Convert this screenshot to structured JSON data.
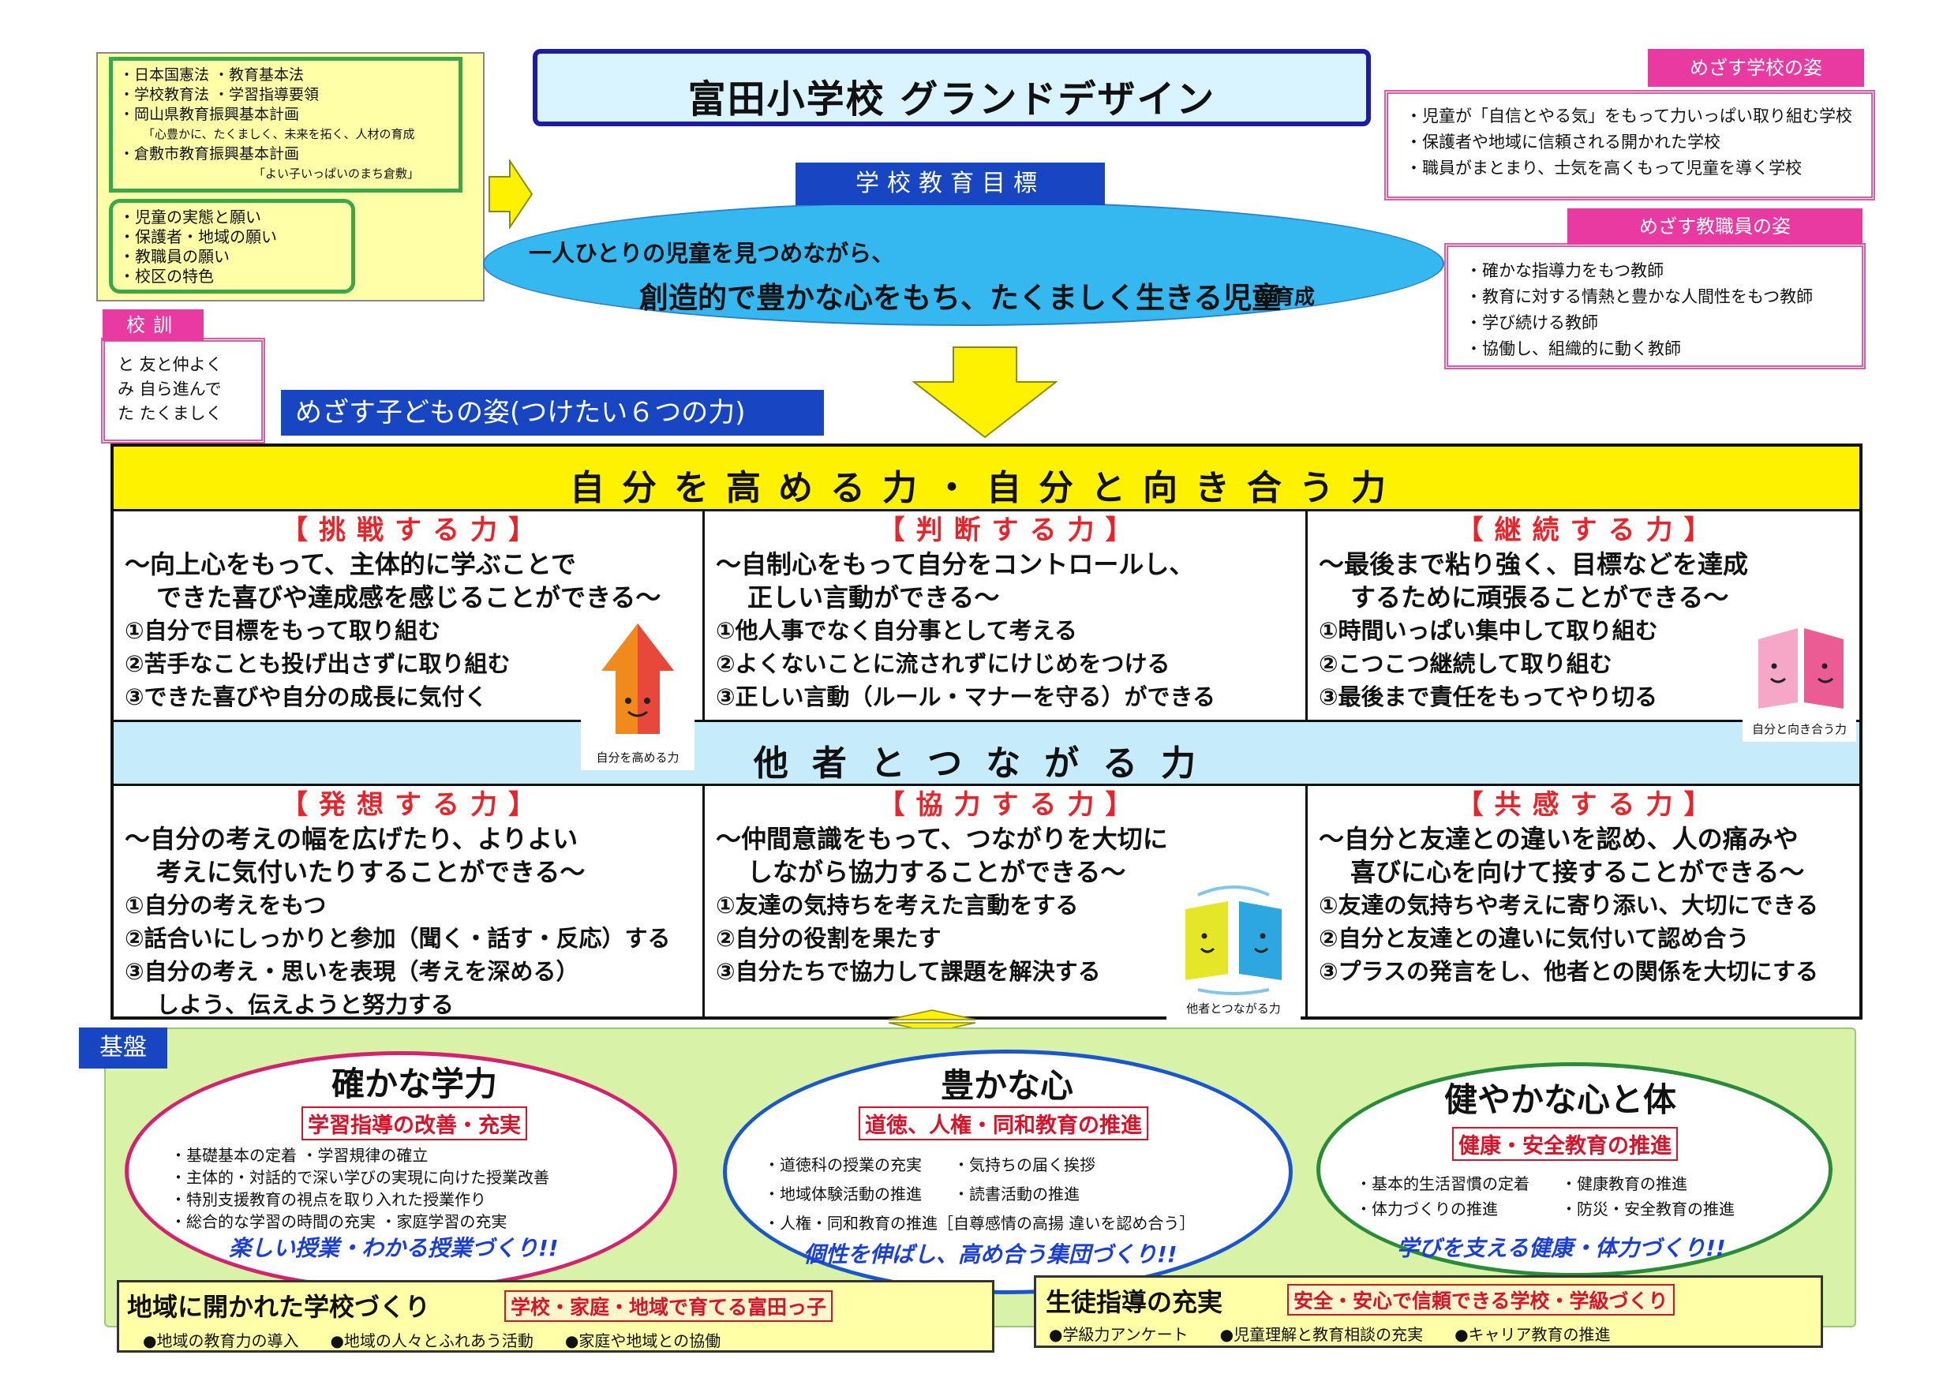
{
  "title": "富田小学校 グランドデザイン",
  "laws": [
    "・日本国憲法 ・教育基本法",
    "・学校教育法 ・学習指導要領",
    "・岡山県教育振興基本計画",
    "「心豊かに、たくましく、未来を拓く、人材の育成",
    "・倉敷市教育振興基本計画",
    "「よい子いっぱいのまち倉敷」"
  ],
  "wishes": [
    "・児童の実態と願い",
    "・保護者・地域の願い",
    "・教職員の願い",
    "・校区の特色"
  ],
  "school_goal": {
    "label": "学校教育目標",
    "line1": "一人ひとりの児童を見つめながら、",
    "line2": "創造的で豊かな心をもち、たくましく生きる児童",
    "suffix": "の育成"
  },
  "target_school": {
    "label": "めざす学校の姿",
    "items": [
      "・児童が「自信とやる気」をもって力いっぱい取り組む学校",
      "・保護者や地域に信頼される開かれた学校",
      "・職員がまとまり、士気を高くもって児童を導く学校"
    ]
  },
  "target_staff": {
    "label": "めざす教職員の姿",
    "items": [
      "・確かな指導力をもつ教師",
      "・教育に対する情熱と豊かな人間性をもつ教師",
      "・学び続ける教師",
      "・協働し、組織的に動く教師"
    ]
  },
  "motto": {
    "label": "校訓",
    "items": [
      "と 友と仲よく",
      "み 自ら進んで",
      "た たくましく"
    ]
  },
  "child_label": "めざす子どもの姿(つけたい６つの力)",
  "band1": "自分を高める力・自分と向き合う力",
  "band2": "他者とつながる力",
  "cells": [
    {
      "title": "【挑戦する力】",
      "desc1": "～向上心をもって、主体的に学ぶことで",
      "desc2": "できた喜びや達成感を感じることができる～",
      "items": [
        "①自分で目標をもって取り組む",
        "②苦手なことも投げ出さずに取り組む",
        "③できた喜びや自分の成長に気付く"
      ]
    },
    {
      "title": "【判断する力】",
      "desc1": "～自制心をもって自分をコントロールし、",
      "desc2": "正しい言動ができる～",
      "items": [
        "①他人事でなく自分事として考える",
        "②よくないことに流されずにけじめをつける",
        "③正しい言動（ルール・マナーを守る）ができる"
      ]
    },
    {
      "title": "【継続する力】",
      "desc1": "～最後まで粘り強く、目標などを達成",
      "desc2": "するために頑張ることができる～",
      "items": [
        "①時間いっぱい集中して取り組む",
        "②こつこつ継続して取り組む",
        "③最後まで責任をもってやり切る"
      ]
    },
    {
      "title": "【発想する力】",
      "desc1": "～自分の考えの幅を広げたり、よりよい",
      "desc2": "考えに気付いたりすることができる～",
      "items": [
        "①自分の考えをもつ",
        "②話合いにしっかりと参加（聞く・話す・反応）する",
        "③自分の考え・思いを表現（考えを深める）",
        "しよう、伝えようと努力する"
      ]
    },
    {
      "title": "【協力する力】",
      "desc1": "～仲間意識をもって、つながりを大切に",
      "desc2": "しながら協力することができる～",
      "items": [
        "①友達の気持ちを考えた言動をする",
        "②自分の役割を果たす",
        "③自分たちで協力して課題を解決する"
      ]
    },
    {
      "title": "【共感する力】",
      "desc1": "～自分と友達との違いを認め、人の痛みや",
      "desc2": "喜びに心を向けて接することができる～",
      "items": [
        "①友達の気持ちや考えに寄り添い、大切にできる",
        "②自分と友達との違いに気付いて認め合う",
        "③プラスの発言をし、他者との関係を大切にする"
      ]
    }
  ],
  "mascots": {
    "self_up": "自分を高める力",
    "self_face": "自分と向き合う力",
    "others": "他者とつながる力"
  },
  "base": {
    "label": "基盤",
    "ovals": [
      {
        "title": "確かな学力",
        "sub": "学習指導の改善・充実",
        "items": [
          "・基礎基本の定着 ・学習規律の確立",
          "・主体的・対話的で深い学びの実現に向けた授業改善",
          "・特別支援教育の視点を取り入れた授業作り",
          "・総合的な学習の時間の充実 ・家庭学習の充実"
        ],
        "slogan": "楽しい授業・わかる授業づくり!!"
      },
      {
        "title": "豊かな心",
        "sub": "道徳、人権・同和教育の推進",
        "items": [
          "・道徳科の授業の充実　　・気持ちの届く挨拶",
          "・地域体験活動の推進　　・読書活動の推進",
          "・人権・同和教育の推進［自尊感情の高揚 違いを認め合う］"
        ],
        "slogan": "個性を伸ばし、高め合う集団づくり!!"
      },
      {
        "title": "健やかな心と体",
        "sub": "健康・安全教育の推進",
        "items": [
          "・基本的生活習慣の定着　　・健康教育の推進",
          "・体力づくりの推進　　　　・防災・安全教育の推進"
        ],
        "slogan": "学びを支える健康・体力づくり!!"
      }
    ],
    "community": {
      "title": "地域に開かれた学校づくり",
      "sub": "学校・家庭・地域で育てる富田っ子",
      "items": "●地域の教育力の導入　　●地域の人々とふれあう活動　　●家庭や地域との協働"
    },
    "guidance": {
      "title": "生徒指導の充実",
      "sub": "安全・安心で信頼できる学校・学級づくり",
      "items": "●学級力アンケート　　●児童理解と教育相談の充実　　●キャリア教育の推進"
    }
  },
  "colors": {
    "title_border": "#1c1ca8",
    "label_blue": "#1846c2",
    "pink": "#e83aa0",
    "yellow_band": "#fff200",
    "light_blue_band": "#c6ebfb",
    "red_title": "#e8232a",
    "green_bg": "#d8f3a8"
  }
}
